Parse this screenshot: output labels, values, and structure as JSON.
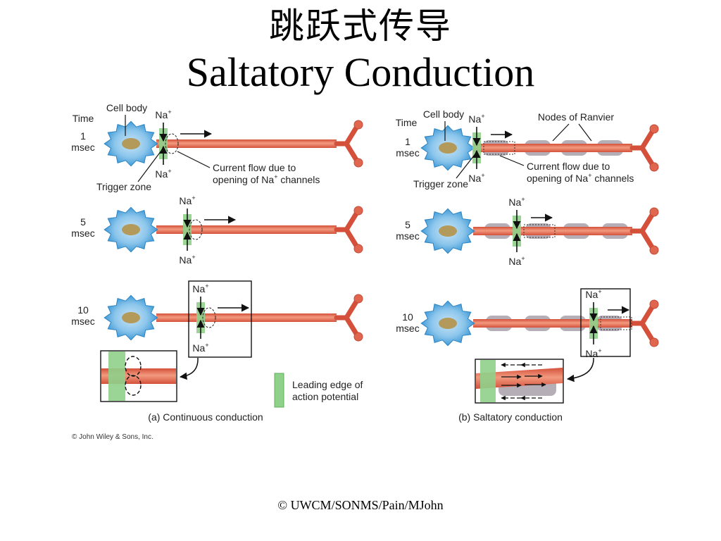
{
  "title": {
    "chinese": "跳跃式传导",
    "english": "Saltatory Conduction"
  },
  "panels": {
    "continuous": {
      "caption": "(a) Continuous conduction",
      "time_header": "Time",
      "cell_body_label": "Cell body",
      "trigger_zone_label": "Trigger zone",
      "current_flow_label_line1": "Current flow due to",
      "current_flow_label_line2": "opening of Na",
      "current_flow_label_line2_sup": "+",
      "current_flow_label_line2_end": " channels",
      "ion": "Na",
      "ion_sup": "+",
      "rows": [
        {
          "time_value": "1",
          "time_unit": "msec",
          "leading_edge_fraction": 0.0
        },
        {
          "time_value": "5",
          "time_unit": "msec",
          "leading_edge_fraction": 0.12
        },
        {
          "time_value": "10",
          "time_unit": "msec",
          "leading_edge_fraction": 0.2
        }
      ]
    },
    "saltatory": {
      "caption": "(b) Saltatory conduction",
      "time_header": "Time",
      "cell_body_label": "Cell body",
      "trigger_zone_label": "Trigger zone",
      "nodes_label": "Nodes of Ranvier",
      "current_flow_label_line1": "Current flow due to",
      "current_flow_label_line2": "opening of Na",
      "current_flow_label_line2_sup": "+",
      "current_flow_label_line2_end": " channels",
      "ion": "Na",
      "ion_sup": "+",
      "rows": [
        {
          "time_value": "1",
          "time_unit": "msec"
        },
        {
          "time_value": "5",
          "time_unit": "msec"
        },
        {
          "time_value": "10",
          "time_unit": "msec"
        }
      ]
    }
  },
  "legend": {
    "line1": "Leading edge of",
    "line2": "action potential",
    "color": "#8fd08a"
  },
  "publisher_credit": "© John Wiley & Sons, Inc.",
  "footer": "© UWCM/SONMS/Pain/MJohn",
  "colors": {
    "axon": "#e0664f",
    "axon_core": "#f08a70",
    "myelin": "#a8a0aa",
    "cell_body": "#3d9fd8",
    "cell_body_light": "#a9d4f0",
    "nucleus": "#b39a5a",
    "leading_edge": "#8fd08a"
  }
}
